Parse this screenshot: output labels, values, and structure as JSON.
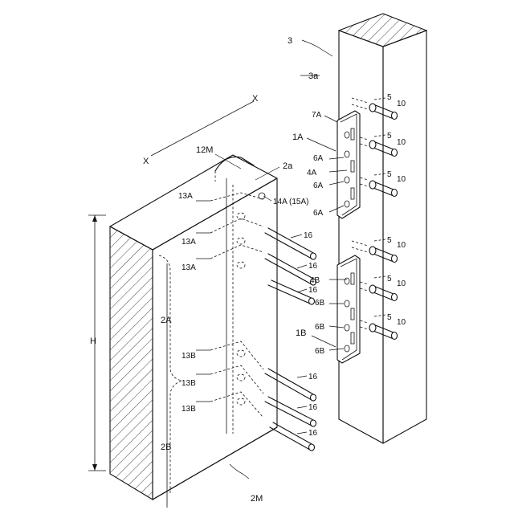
{
  "labels": {
    "post": "3",
    "post_face": "3a",
    "beam": "2M",
    "beam_face": "2a",
    "beam_top": "12M",
    "axis_x1": "X",
    "axis_x2": "X",
    "height": "H",
    "zone_a": "2A",
    "zone_b": "2B",
    "plate_a": "1A",
    "plate_b": "1B",
    "plate_a_top": "7A",
    "plate_a_mid": "4A",
    "plate_b_mid": "4B",
    "hole_6a_1": "6A",
    "hole_6a_2": "6A",
    "hole_6a_3": "6A",
    "hole_6b_1": "6B",
    "hole_6b_2": "6B",
    "hole_6b_3": "6B",
    "bore_14a": "14A (15A)",
    "bore_13a_1": "13A",
    "bore_13a_2": "13A",
    "bore_13a_3": "13A",
    "bore_13b_1": "13B",
    "bore_13b_2": "13B",
    "bore_13b_3": "13B",
    "pin_16_1": "16",
    "pin_16_2": "16",
    "pin_16_3": "16",
    "pin_16_4": "16",
    "pin_16_5": "16",
    "pin_16_6": "16",
    "pin_5_1": "5",
    "pin_5_2": "5",
    "pin_5_3": "5",
    "pin_5_4": "5",
    "pin_5_5": "5",
    "pin_5_6": "5",
    "pin_10_1": "10",
    "pin_10_2": "10",
    "pin_10_3": "10",
    "pin_10_4": "10",
    "pin_10_5": "10",
    "pin_10_6": "10"
  }
}
